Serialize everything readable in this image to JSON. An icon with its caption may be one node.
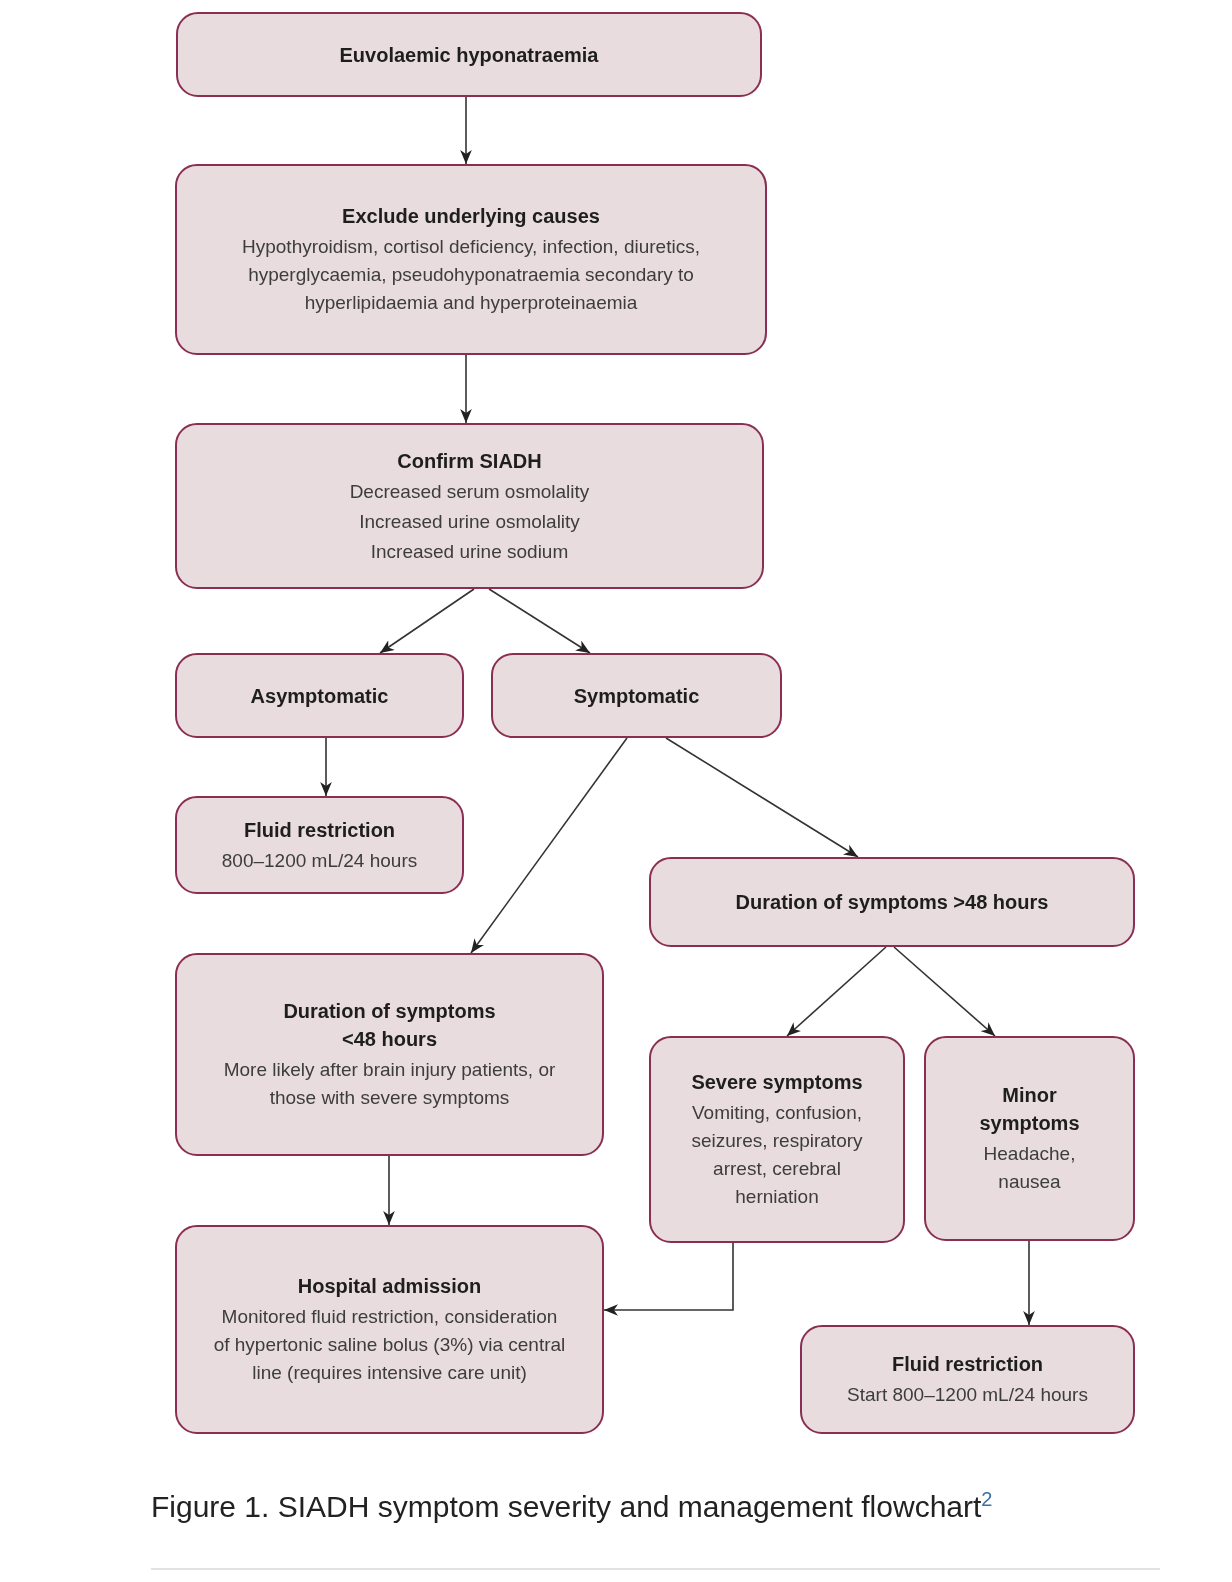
{
  "diagram": {
    "caption": "Figure 1. SIADH symptom severity and management flowchart$^{2}$",
    "nodes": [
      {
        "text": [
          "Euvolaemic hyponatraemia"
        ]
      },
      {
        "text": [
          "Exclude underlying causes",
          "Hypothyroidism, cortisol deficiency, infection, diuretics, hyperglycaemia, pseudohyponatraemia secondary to hyperlipidaemia and hyperproteinaemia"
        ]
      },
      {
        "text": [
          "Confirm SIADH",
          "Decreased serum osmolality",
          "Increased urine osmolality",
          "Increased urine sodium"
        ]
      },
      {
        "text": [
          "Asymptomatic"
        ]
      },
      {
        "text": [
          "Symptomatic"
        ]
      },
      {
        "text": [
          "Fluid restriction",
          "800–1200 mL/24 hours"
        ]
      },
      {
        "text": [
          "Duration of symptoms >48 hours"
        ]
      },
      {
        "text": [
          "Duration of symptoms <48 hours",
          "More likely after brain injury patients, or those with severe symptoms"
        ]
      },
      {
        "text": [
          "Severe symptoms",
          "Vomiting, confusion, seizures, respiratory arrest, cerebral herniation"
        ]
      },
      {
        "text": [
          "Minor symptoms",
          "Headache, nausea"
        ]
      },
      {
        "text": [
          "Hospital admission",
          "Monitored fluid restriction, consideration of hypertonic saline bolus (3%) via central line (requires intensive care unit)"
        ]
      },
      {
        "text": [
          "Fluid restriction",
          "Start 800–1200 mL/24 hours"
        ]
      }
    ],
    "edges": [
      {
        "from": 0,
        "to": 1,
        "arrow": "to"
      },
      {
        "from": 1,
        "to": 2,
        "arrow": "to"
      },
      {
        "from": 2,
        "to": 3,
        "arrow": "to"
      },
      {
        "from": 2,
        "to": 4,
        "arrow": "to"
      },
      {
        "from": 3,
        "to": 5,
        "arrow": "to"
      },
      {
        "from": 4,
        "to": 7,
        "arrow": "to"
      },
      {
        "from": 4,
        "to": 6,
        "arrow": "to"
      },
      {
        "from": 6,
        "to": 8,
        "arrow": "to"
      },
      {
        "from": 6,
        "to": 9,
        "arrow": "to"
      },
      {
        "from": 7,
        "to": 10,
        "arrow": "to"
      },
      {
        "from": 8,
        "to": 10,
        "arrow": "to"
      },
      {
        "from": 9,
        "to": 11,
        "arrow": "to"
      }
    ]
  }
}
